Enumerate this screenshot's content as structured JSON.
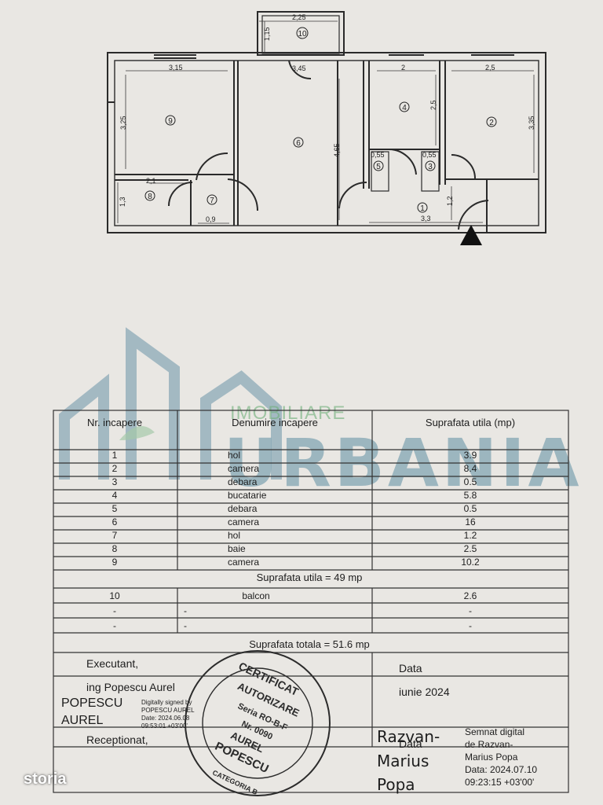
{
  "floor_plan": {
    "dims": {
      "balcony_w": "2,25",
      "balcony_h": "1,15",
      "r9_w": "3,15",
      "r9_h": "3,25",
      "door_w": "3,45",
      "r6_h": "4,65",
      "r4_w": "2",
      "r4_h": "2,5",
      "r2_w": "2,5",
      "r2_h": "3,35",
      "r5_w": "0,55",
      "r3_w": "0,55",
      "r8_w": "2,1",
      "r8_h": "1,3",
      "r7_w": "0,9",
      "hall_w": "3,3",
      "hall_h": "1,2"
    },
    "room_numbers": [
      "1",
      "2",
      "3",
      "4",
      "5",
      "6",
      "7",
      "8",
      "9",
      "10"
    ]
  },
  "watermark": {
    "small": "IMOBILIARE",
    "big": "URBANIA"
  },
  "table": {
    "headers": {
      "nr": "Nr. incapere",
      "name": "Denumire incapere",
      "area": "Suprafata utila (mp)"
    },
    "rows": [
      {
        "nr": "1",
        "name": "hol",
        "area": "3.9"
      },
      {
        "nr": "2",
        "name": "camera",
        "area": "8.4"
      },
      {
        "nr": "3",
        "name": "debara",
        "area": "0.5"
      },
      {
        "nr": "4",
        "name": "bucatarie",
        "area": "5.8"
      },
      {
        "nr": "5",
        "name": "debara",
        "area": "0.5"
      },
      {
        "nr": "6",
        "name": "camera",
        "area": "16"
      },
      {
        "nr": "7",
        "name": "hol",
        "area": "1.2"
      },
      {
        "nr": "8",
        "name": "baie",
        "area": "2.5"
      },
      {
        "nr": "9",
        "name": "camera",
        "area": "10.2"
      }
    ],
    "useful_total": "Suprafata utila = 49 mp",
    "extra_rows": [
      {
        "nr": "10",
        "name": "balcon",
        "area": "2.6"
      },
      {
        "nr": "-",
        "name": "-",
        "area": "-"
      },
      {
        "nr": "-",
        "name": "-",
        "area": "-"
      }
    ],
    "total": "Suprafata totala = 51.6 mp",
    "executant_label": "Executant,",
    "executant_name": "ing Popescu Aurel",
    "data_label": "Data",
    "data_value": "iunie 2024",
    "sig_name_1": "POPESCU",
    "sig_name_2": "AUREL",
    "sig_line_1": "Digitally signed by",
    "sig_line_2": "POPESCU AUREL",
    "sig_line_3": "Date: 2024.06.08",
    "sig_line_4": "09:53:01 +03'00'",
    "receptionat_label": "Receptionat,",
    "data_label_2": "Data",
    "razvan_1": "Razvan-",
    "razvan_2": "Marius",
    "razvan_3": "Popa",
    "semnat_1": "Semnat digital",
    "semnat_2": "de Razvan-",
    "semnat_3": "Marius Popa",
    "semnat_4": "Data: 2024.07.10",
    "semnat_5": "09:23:15 +03'00'"
  },
  "stamp": {
    "line1": "CERTIFICAT",
    "line2": "AUTORIZARE",
    "line3": "Seria RO-B-F",
    "line4": "Nr. 0090",
    "line5": "AUREL",
    "line6": "POPESCU",
    "line7": "CATEGORIA B"
  },
  "brand": {
    "logo": "storia"
  }
}
